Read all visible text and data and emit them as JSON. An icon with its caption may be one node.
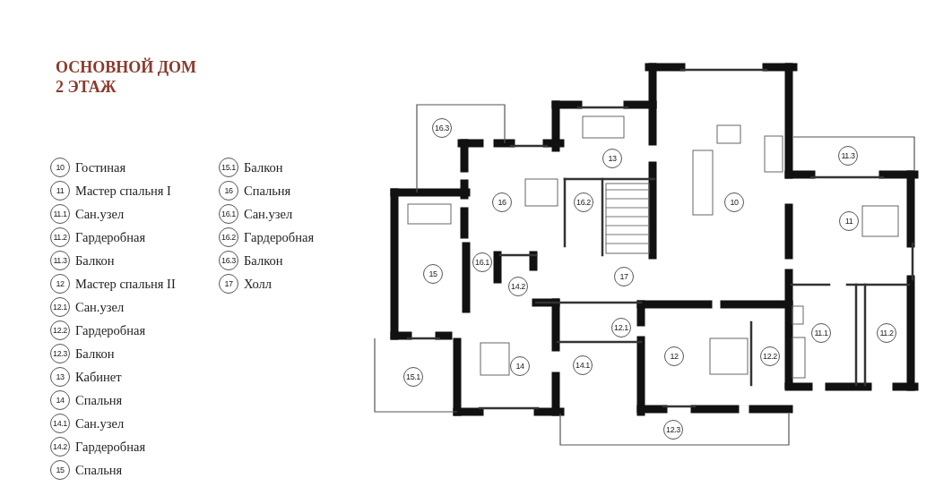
{
  "diagram": {
    "title": "ОСНОВНОЙ ДОМ 2 ЭТАЖ",
    "nodes": [
      {
        "text": [
          "10"
        ],
        "beside": [
          "Гостиная"
        ]
      },
      {
        "text": [
          "11"
        ],
        "beside": [
          "Мастер спальня I"
        ]
      },
      {
        "text": [
          "11.1"
        ],
        "beside": [
          "Сан.узел"
        ]
      },
      {
        "text": [
          "11.2"
        ],
        "beside": [
          "Гардеробная"
        ]
      },
      {
        "text": [
          "11.3"
        ],
        "beside": [
          "Балкон"
        ]
      },
      {
        "text": [
          "12"
        ],
        "beside": [
          "Мастер спальня II"
        ]
      },
      {
        "text": [
          "12.1"
        ],
        "beside": [
          "Сан.узел"
        ]
      },
      {
        "text": [
          "12.2"
        ],
        "beside": [
          "Гардеробная"
        ]
      },
      {
        "text": [
          "12.3"
        ],
        "beside": [
          "Балкон"
        ]
      },
      {
        "text": [
          "13"
        ],
        "beside": [
          "Кабинет"
        ]
      },
      {
        "text": [
          "14"
        ],
        "beside": [
          "Спальня"
        ]
      },
      {
        "text": [
          "14.1"
        ],
        "beside": [
          "Сан.узел"
        ]
      },
      {
        "text": [
          "14.2"
        ],
        "beside": [
          "Гардеробная"
        ]
      },
      {
        "text": [
          "15"
        ],
        "beside": [
          "Спальня"
        ]
      },
      {
        "text": [
          "15.1"
        ],
        "beside": [
          "Балкон"
        ]
      },
      {
        "text": [
          "16"
        ],
        "beside": [
          "Спальня"
        ]
      },
      {
        "text": [
          "16.1"
        ],
        "beside": [
          "Сан.узел"
        ]
      },
      {
        "text": [
          "16.2"
        ],
        "beside": [
          "Гардеробная"
        ]
      },
      {
        "text": [
          "16.3"
        ],
        "beside": [
          "Балкон"
        ]
      },
      {
        "text": [
          "17"
        ],
        "beside": [
          "Холл"
        ]
      },
      {
        "text": [
          "16.3"
        ]
      },
      {
        "text": [
          "13"
        ]
      },
      {
        "text": [
          "10"
        ]
      },
      {
        "text": [
          "11.3"
        ]
      },
      {
        "text": [
          "16"
        ]
      },
      {
        "text": [
          "16.2"
        ]
      },
      {
        "text": [
          "11"
        ]
      },
      {
        "text": [
          "15"
        ]
      },
      {
        "text": [
          "16.1"
        ]
      },
      {
        "text": [
          "14.2"
        ]
      },
      {
        "text": [
          "17"
        ]
      },
      {
        "text": [
          "12.1"
        ]
      },
      {
        "text": [
          "11.1"
        ]
      },
      {
        "text": [
          "11.2"
        ]
      },
      {
        "text": [
          "15.1"
        ]
      },
      {
        "text": [
          "14"
        ]
      },
      {
        "text": [
          "14.1"
        ]
      },
      {
        "text": [
          "12"
        ]
      },
      {
        "text": [
          "12.2"
        ]
      },
      {
        "text": [
          "12.3"
        ]
      }
    ],
    "edges": []
  }
}
